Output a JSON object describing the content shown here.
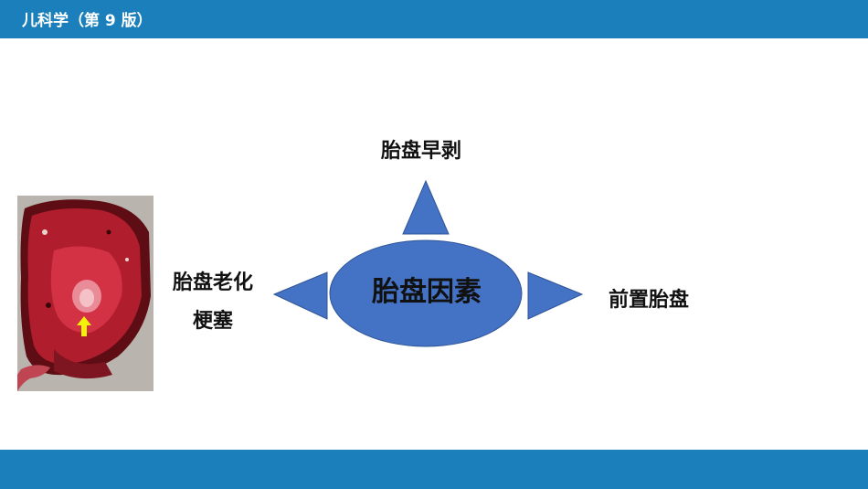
{
  "header": {
    "title": "儿科学（第 9 版）"
  },
  "diagram": {
    "center": "胎盘因素",
    "top": "胎盘早剥",
    "left_line1": "胎盘老化",
    "left_line2": "梗塞",
    "right": "前置胎盘"
  },
  "colors": {
    "brand": "#1a7fba",
    "shape": "#4472c4",
    "shape_stroke": "#2f5597"
  }
}
